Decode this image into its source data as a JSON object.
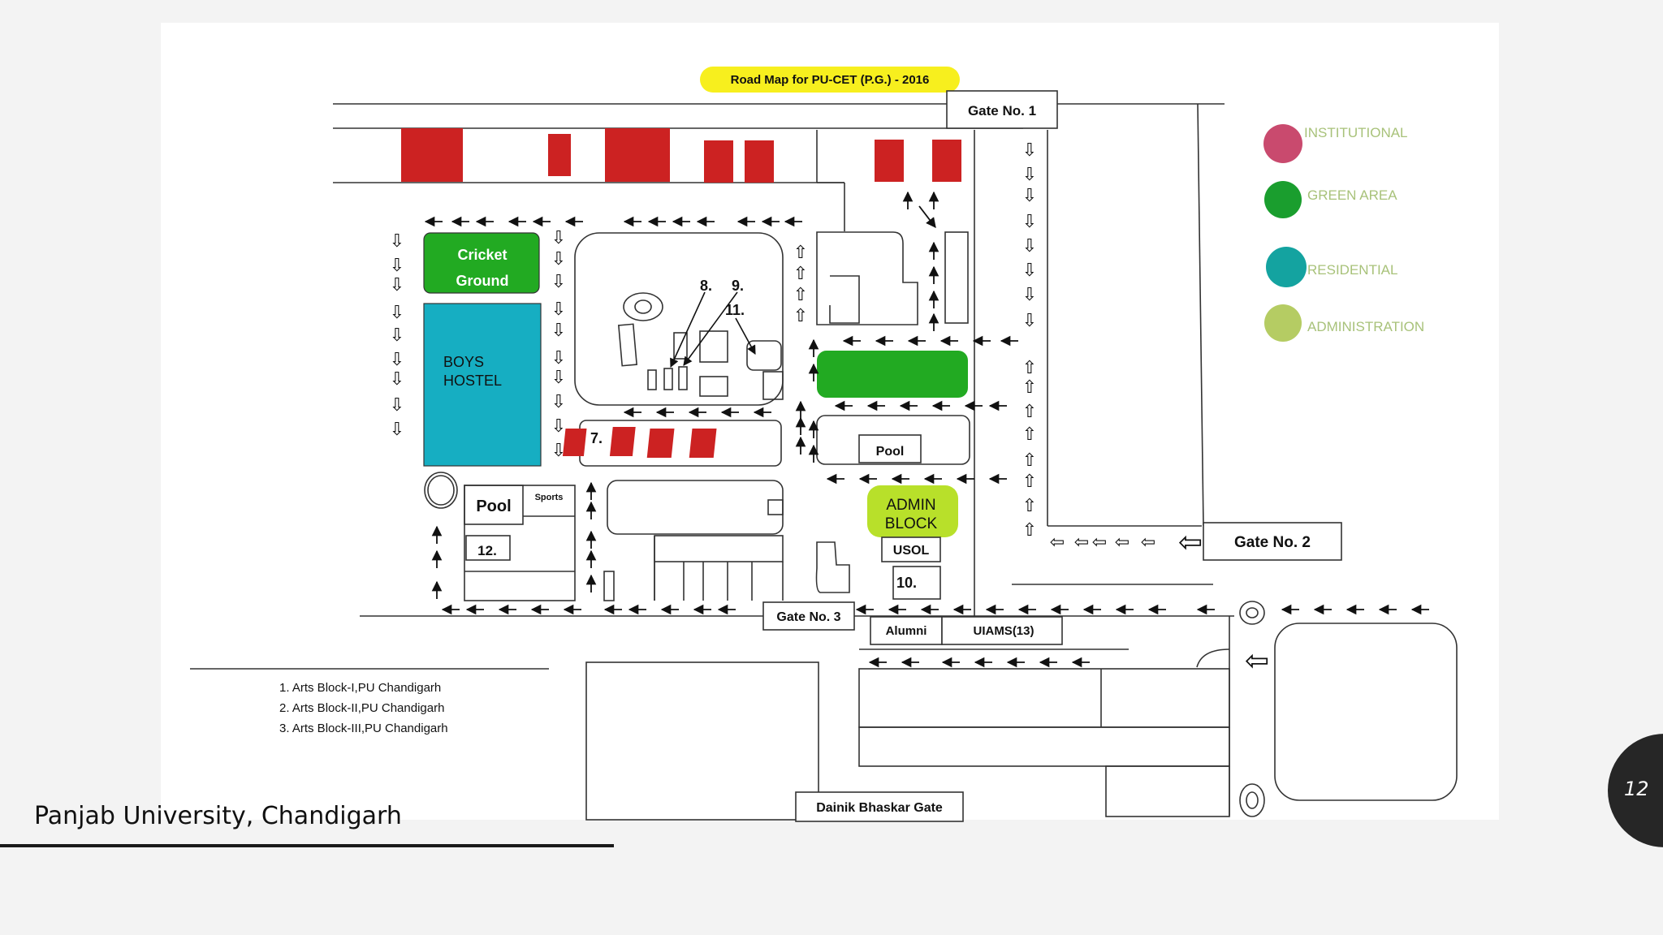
{
  "map": {
    "title": "Road Map for PU-CET (P.G.) - 2016",
    "gates": {
      "gate1": "Gate No. 1",
      "gate2": "Gate No. 2",
      "gate3": "Gate No. 3",
      "dainik": "Dainik Bhaskar Gate"
    },
    "labels": {
      "cricket_line1": "Cricket",
      "cricket_line2": "Ground",
      "boys_line1": "BOYS",
      "boys_line2": "HOSTEL",
      "pool_left": "Pool",
      "sports": "Sports",
      "num12": "12.",
      "num7": "7.",
      "num8": "8.",
      "num9": "9.",
      "num11": "11.",
      "pool_center": "Pool",
      "admin_line1": "ADMIN",
      "admin_line2": "BLOCK",
      "usol": "USOL",
      "num10": "10.",
      "alumni": "Alumni",
      "uiams": "UIAMS(13)"
    },
    "legend": [
      {
        "label": "INSTITUTIONAL",
        "color": "#c94a6e"
      },
      {
        "label": "GREEN AREA",
        "color": "#1a9e2e"
      },
      {
        "label": "RESIDENTIAL",
        "color": "#14a3a0"
      },
      {
        "label": "ADMINISTRATION",
        "color": "#b5cc63"
      }
    ],
    "notes": [
      "1.   Arts Block-I,PU Chandigarh",
      "2.   Arts Block-II,PU Chandigarh",
      "3.   Arts Block-III,PU Chandigarh"
    ],
    "colors": {
      "institutional": "#cc2222",
      "green_area": "#22aa22",
      "residential": "#16aec2",
      "administration": "#b8e02a",
      "title_highlight": "#f7ef1e"
    }
  },
  "footer": {
    "title": "Panjab University, Chandigarh",
    "page": "12"
  }
}
